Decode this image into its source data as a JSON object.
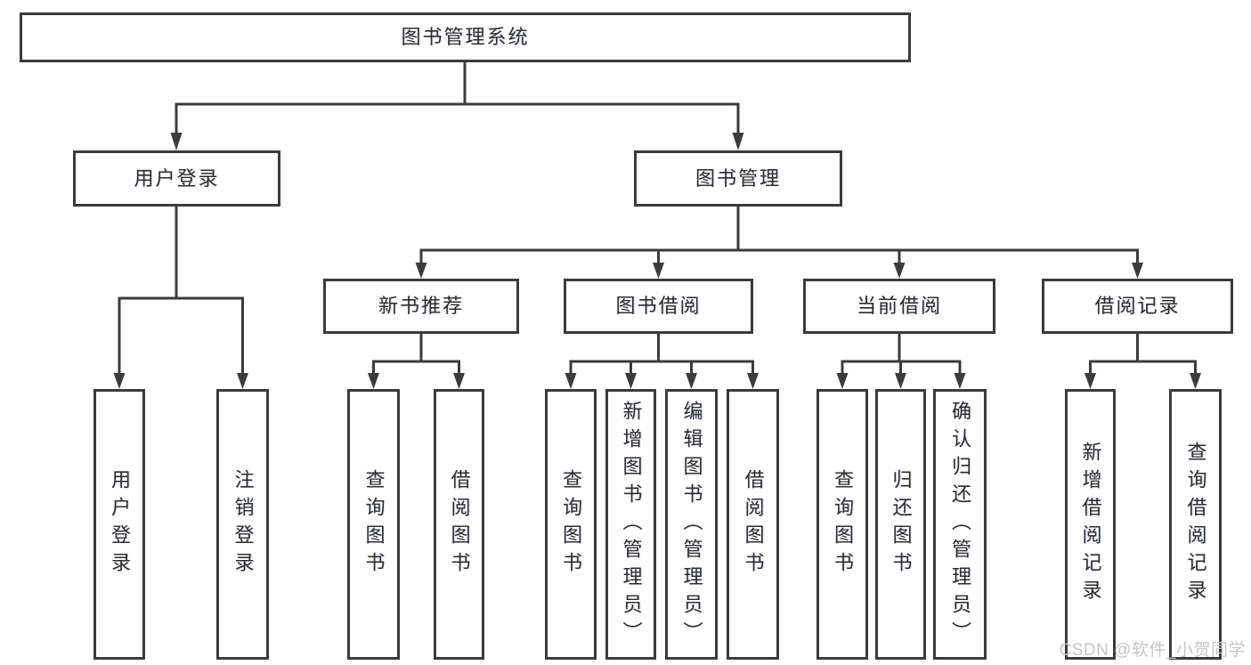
{
  "diagram": {
    "root": {
      "label": "图书管理系统"
    },
    "branches": [
      {
        "label": "用户登录",
        "children": [
          {
            "label": "用户登录"
          },
          {
            "label": "注销登录"
          }
        ]
      },
      {
        "label": "图书管理",
        "children": [
          {
            "label": "新书推荐",
            "children": [
              {
                "label": "查询图书"
              },
              {
                "label": "借阅图书"
              }
            ]
          },
          {
            "label": "图书借阅",
            "children": [
              {
                "label": "查询图书"
              },
              {
                "label": "新增图书（管理员）"
              },
              {
                "label": "编辑图书（管理员）"
              },
              {
                "label": "借阅图书"
              }
            ]
          },
          {
            "label": "当前借阅",
            "children": [
              {
                "label": "查询图书"
              },
              {
                "label": "归还图书"
              },
              {
                "label": "确认归还（管理员）"
              }
            ]
          },
          {
            "label": "借阅记录",
            "children": [
              {
                "label": "新增借阅记录"
              },
              {
                "label": "查询借阅记录"
              }
            ]
          }
        ]
      }
    ]
  },
  "watermark": {
    "text": "CSDN @软件_小贺同学"
  },
  "colors": {
    "line": "#3b3b3b",
    "text": "#2d2d2d",
    "watermark": "#c6c6c6",
    "background": "#ffffff"
  }
}
